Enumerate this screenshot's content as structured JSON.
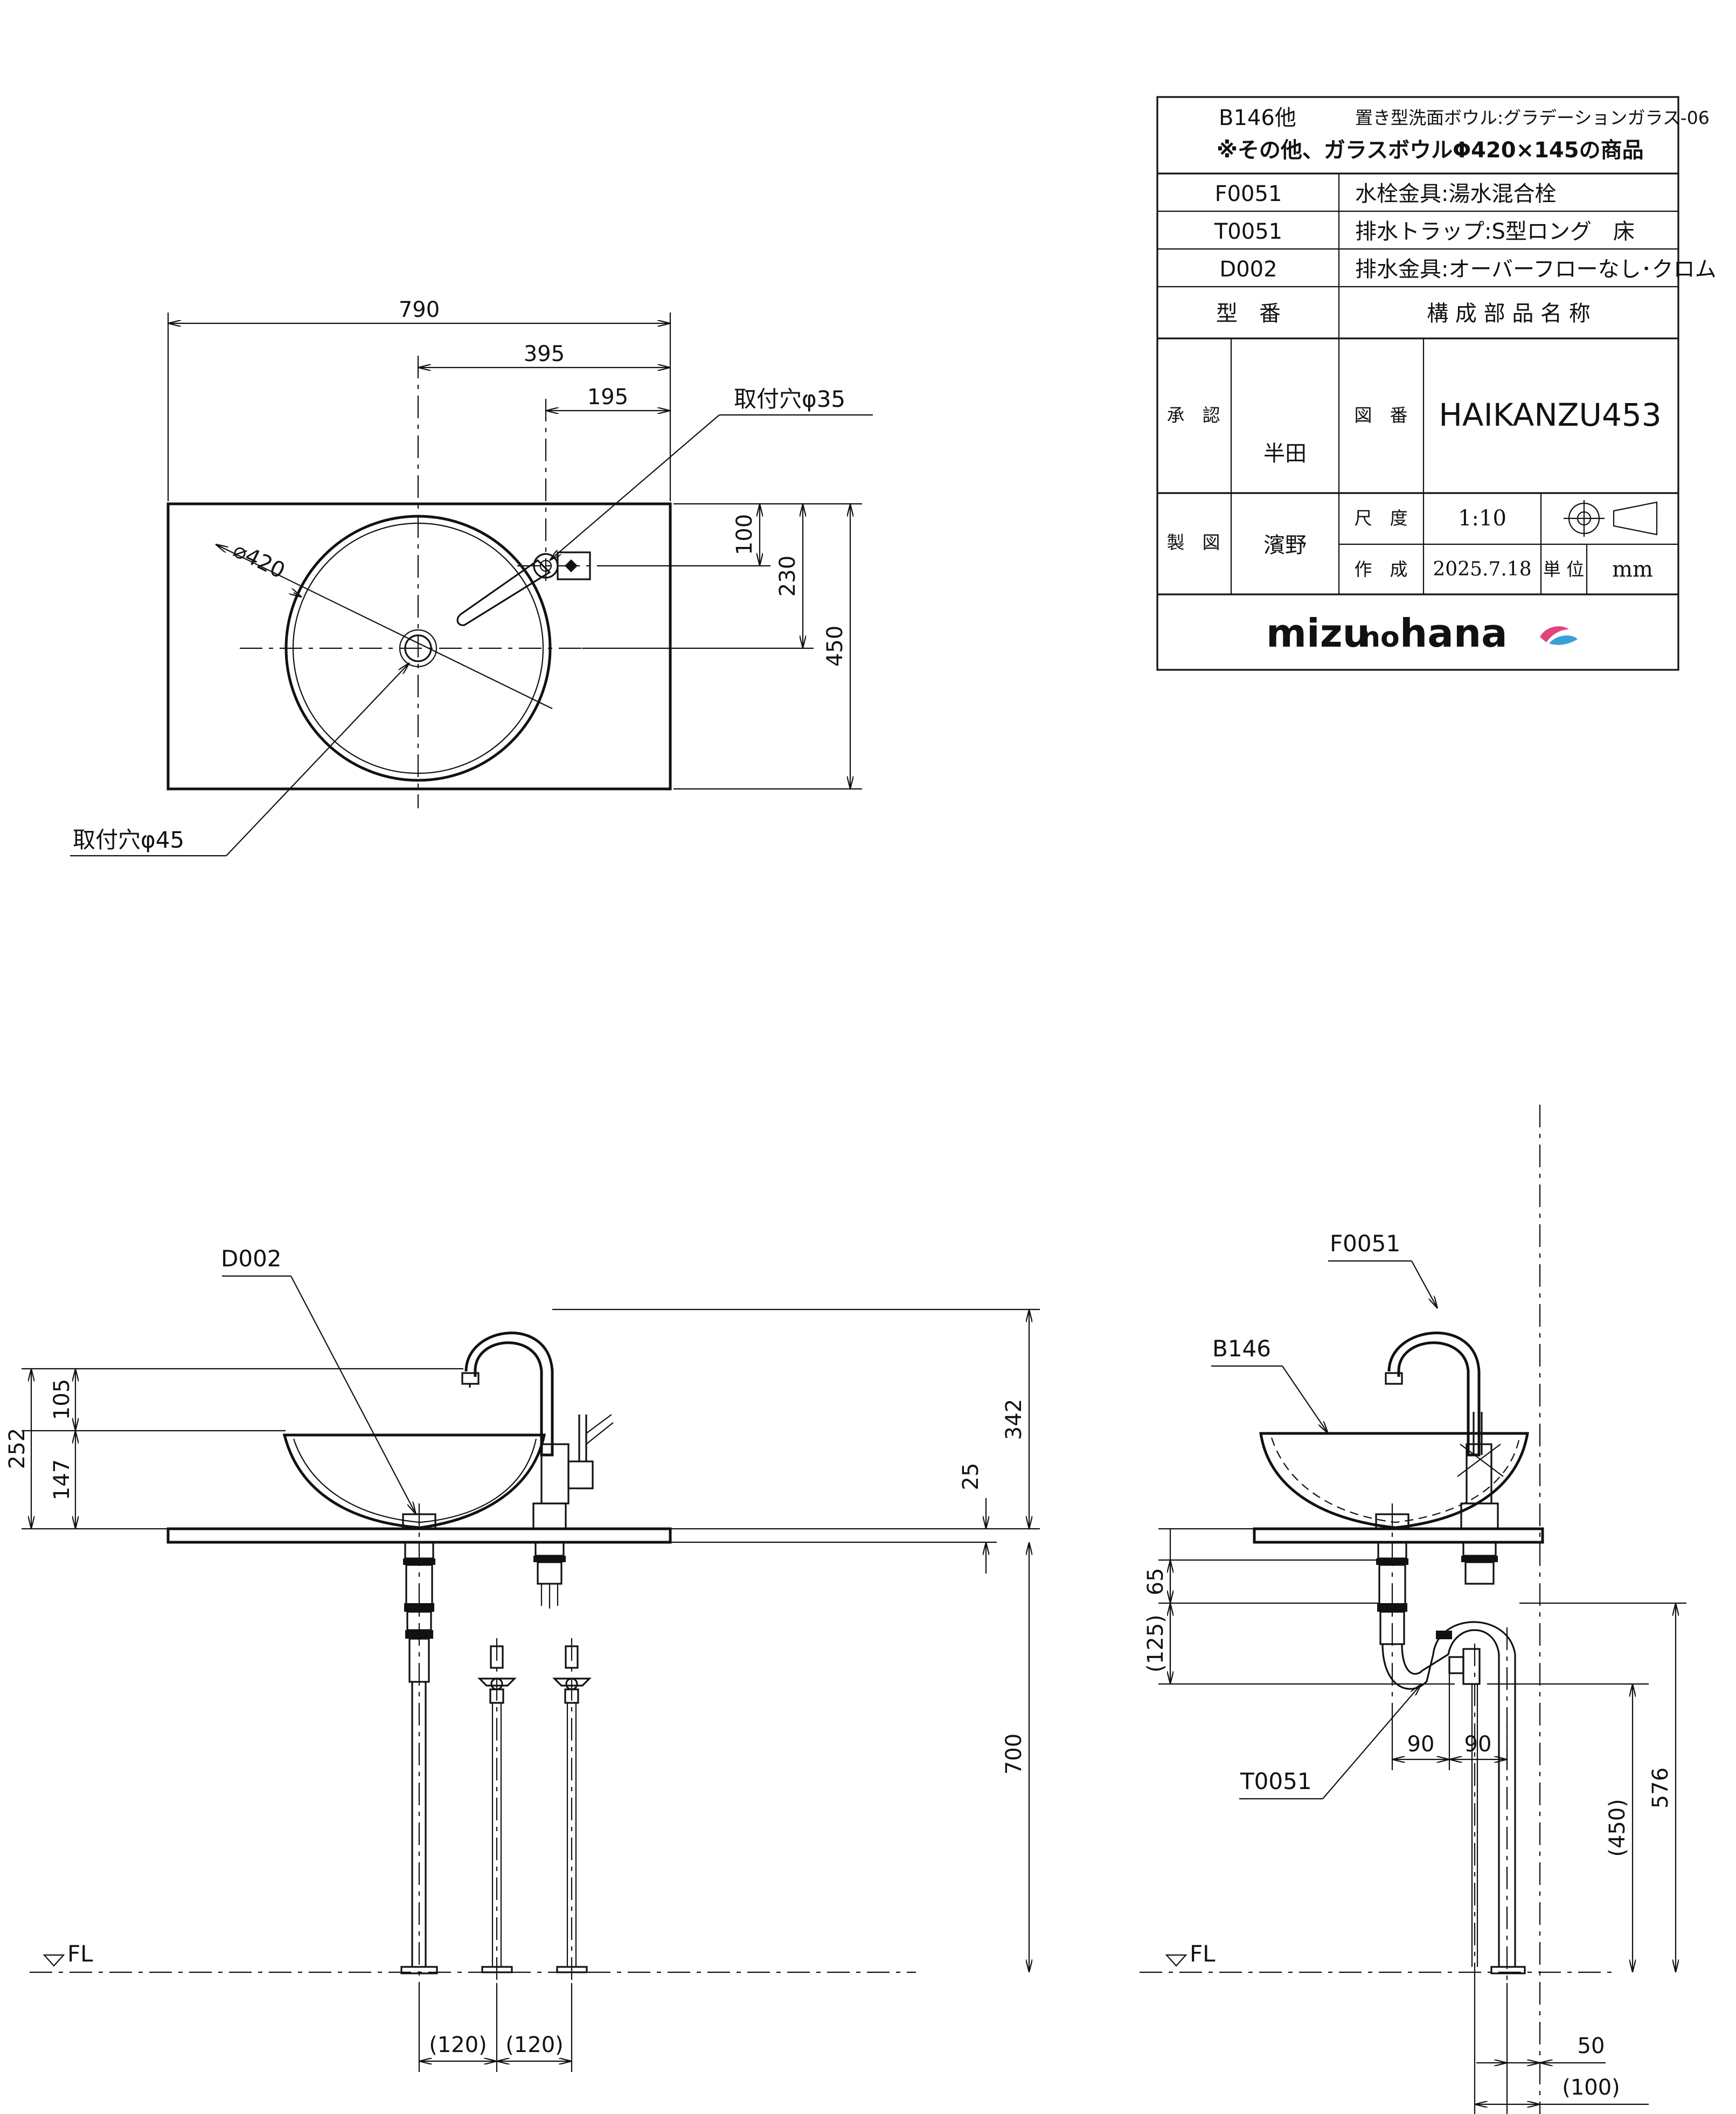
{
  "title_block": {
    "header_code": "B146他",
    "header_desc": "置き型洗面ボウル:グラデーションガラス-06",
    "header_note": "※その他、ガラスボウルΦ420×145の商品",
    "parts": [
      {
        "code": "F0051",
        "name": "水栓金具:湯水混合栓"
      },
      {
        "code": "T0051",
        "name": "排水トラップ:S型ロング　床"
      },
      {
        "code": "D002",
        "name": "排水金具:オーバーフローなし･クロム"
      }
    ],
    "col_code_header": "型　番",
    "col_name_header": "構 成 部 品 名 称",
    "approval_label": "承　認",
    "approver": "半田",
    "drawing_no_label": "図　番",
    "drawing_no": "HAIKANZU453",
    "drafting_label": "製　図",
    "drafter": "濱野",
    "scale_label": "尺　度",
    "scale": "1:10",
    "created_label": "作　成",
    "created": "2025.7.18",
    "unit_label": "単 位",
    "unit": "mm",
    "brand": "mizunohana",
    "brand_parts": [
      "mizu",
      "no",
      "hana"
    ],
    "accent_colors": {
      "pink": "#e0457b",
      "blue": "#3aa0d8",
      "gray": "#555555"
    }
  },
  "plan_view": {
    "dims": {
      "width": "790",
      "half": "395",
      "faucet_offset": "195",
      "depth": "450",
      "faucet_y": "100",
      "drain_y": "230",
      "bowl_dia": "⌀420"
    },
    "labels": {
      "faucet_hole": "取付穴φ35",
      "drain_hole": "取付穴φ45"
    }
  },
  "front_view": {
    "dims": {
      "total": "252",
      "spout": "105",
      "bowl": "147",
      "faucet_total": "342",
      "counter": "25",
      "height": "700",
      "supply_left": "(120)",
      "supply_right": "(120)"
    },
    "labels": {
      "drain": "D002",
      "floor": "FL"
    }
  },
  "side_view": {
    "dims": {
      "d65": "65",
      "d125": "(125)",
      "d90a": "90",
      "d90b": "90",
      "d450": "(450)",
      "d576": "576",
      "d50": "50",
      "d100": "(100)"
    },
    "labels": {
      "faucet": "F0051",
      "bowl": "B146",
      "trap": "T0051",
      "floor": "FL"
    }
  },
  "icons": [
    "third-angle-projection-icon",
    "floor-level-triangle-icon"
  ]
}
